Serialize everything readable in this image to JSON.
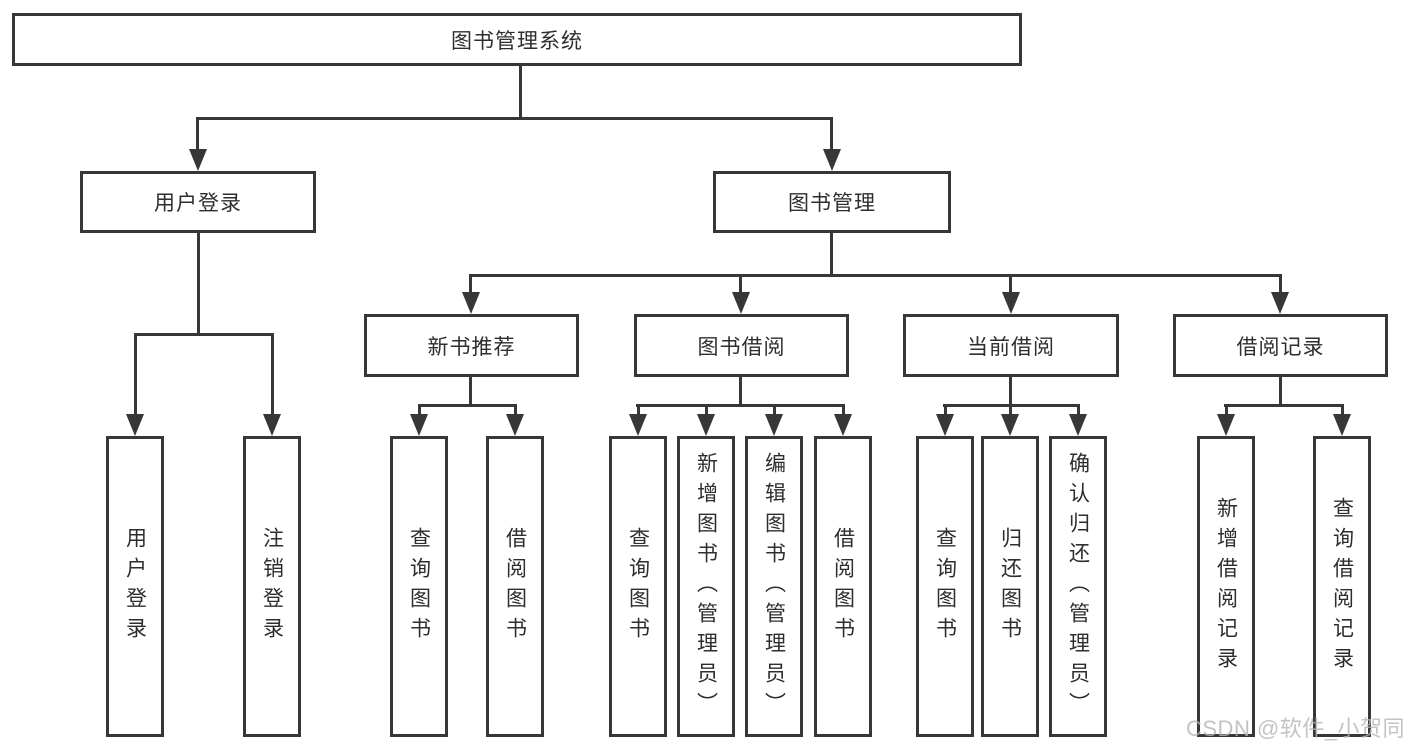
{
  "diagram": {
    "title": "图书管理系统",
    "level2": {
      "user_login": "用户登录",
      "book_mgmt": "图书管理"
    },
    "level3": {
      "new_book": "新书推荐",
      "book_borrow": "图书借阅",
      "current_borrow": "当前借阅",
      "borrow_records": "借阅记录"
    },
    "leaves": {
      "user_login": "用户登录",
      "logout": "注销登录",
      "nb_query": "查询图书",
      "nb_borrow": "借阅图书",
      "bb_query": "查询图书",
      "bb_add": "新增图书（管理员）",
      "bb_edit": "编辑图书（管理员）",
      "bb_borrow": "借阅图书",
      "cb_query": "查询图书",
      "cb_return": "归还图书",
      "cb_confirm": "确认归还（管理员）",
      "br_add": "新增借阅记录",
      "br_query": "查询借阅记录"
    },
    "colors": {
      "stroke": "#373737",
      "text": "#2e2e2e",
      "watermark": "#b5b5b5",
      "background": "#ffffff"
    },
    "watermark": "CSDN @软件_小贺同学"
  }
}
